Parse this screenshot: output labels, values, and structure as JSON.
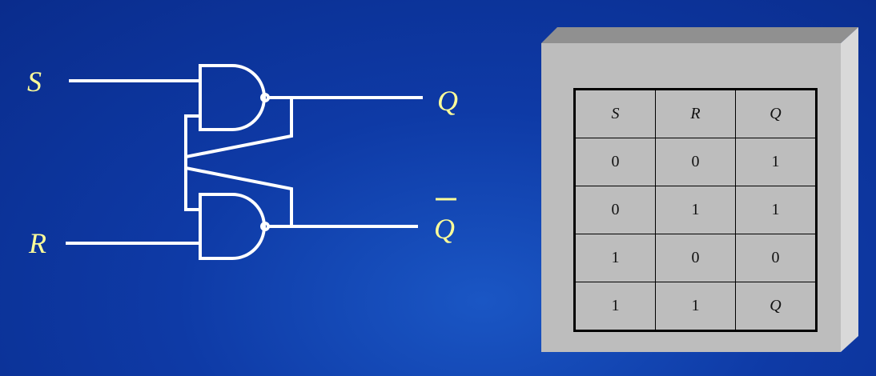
{
  "circuit": {
    "input_s": "S",
    "input_r": "R",
    "output_q": "Q",
    "output_qbar": "Q"
  },
  "truth_table": {
    "headers": [
      "S",
      "R",
      "Q"
    ],
    "rows": [
      [
        "0",
        "0",
        "1"
      ],
      [
        "0",
        "1",
        "1"
      ],
      [
        "1",
        "0",
        "0"
      ],
      [
        "1",
        "1",
        "Q"
      ]
    ]
  }
}
